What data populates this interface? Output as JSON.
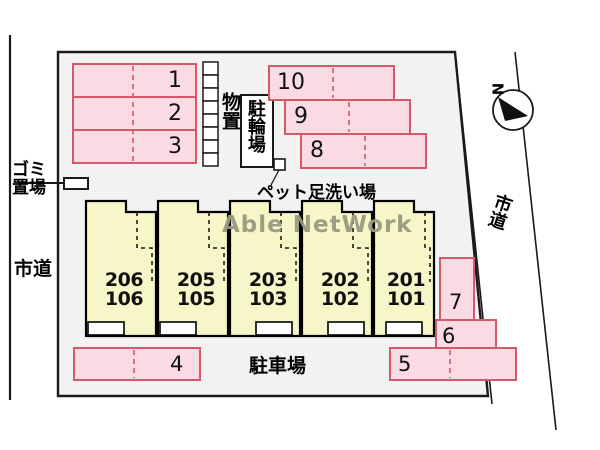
{
  "map": {
    "kind": "apartment-site-plan",
    "watermark": "Able NetWork",
    "compass_label": "N",
    "colors": {
      "parking_fill": "#fbdbe3",
      "parking_stroke": "#d4596b",
      "building_fill": "#f7f6c9",
      "building_stroke": "#000000",
      "lot_fill": "#f2f2f2",
      "lot_stroke": "#1a1a1a",
      "watermark": "#9a9a82"
    }
  },
  "labels": {
    "storage": "物置",
    "bicycle_parking": "駐輪場",
    "garbage_area": "ゴミ置場",
    "city_road_left": "市道",
    "city_road_right": "市道",
    "pet_foot_wash": "ペット足洗い場",
    "parking_lot": "駐車場"
  },
  "parking_spaces": [
    {
      "number": "1",
      "group": "north-row"
    },
    {
      "number": "2",
      "group": "north-row"
    },
    {
      "number": "3",
      "group": "north-row"
    },
    {
      "number": "10",
      "group": "northeast-stagger"
    },
    {
      "number": "9",
      "group": "northeast-stagger"
    },
    {
      "number": "8",
      "group": "northeast-stagger"
    },
    {
      "number": "7",
      "group": "east-cluster"
    },
    {
      "number": "6",
      "group": "east-cluster"
    },
    {
      "number": "5",
      "group": "south-row"
    },
    {
      "number": "4",
      "group": "south-row"
    }
  ],
  "building": {
    "units": [
      {
        "upper": "206",
        "lower": "106"
      },
      {
        "upper": "205",
        "lower": "105"
      },
      {
        "upper": "203",
        "lower": "103"
      },
      {
        "upper": "202",
        "lower": "102"
      },
      {
        "upper": "201",
        "lower": "101"
      }
    ]
  }
}
